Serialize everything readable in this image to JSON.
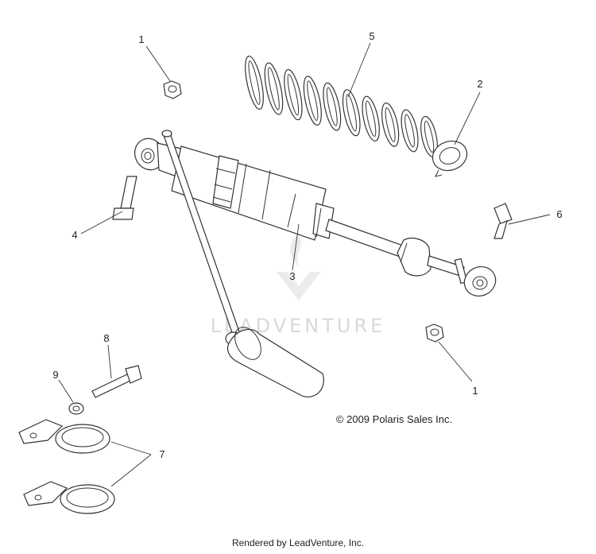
{
  "callouts": {
    "nut_top": "1",
    "retainer": "2",
    "shock": "3",
    "bolt_left": "4",
    "spring": "5",
    "bolt_right": "6",
    "clamps": "7",
    "bolt_small": "8",
    "washer": "9",
    "nut_bottom": "1"
  },
  "copyright": "© 2009 Polaris Sales Inc.",
  "watermark": "LEADVENTURE",
  "footer": "Rendered by LeadVenture, Inc."
}
